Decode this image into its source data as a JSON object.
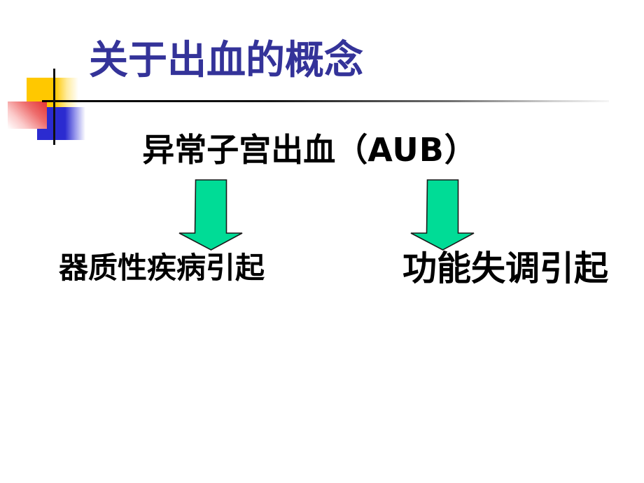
{
  "slide": {
    "title": "关于出血的概念",
    "background": "#ffffff"
  },
  "diagram": {
    "root": {
      "prefix": "异常子宫出血（",
      "acronym": "AUB",
      "suffix": "）"
    },
    "branches": [
      {
        "side": "left",
        "label": "器质性疾病引起"
      },
      {
        "side": "right",
        "label": "功能失调引起"
      }
    ]
  },
  "colors": {
    "title_text": "#343399",
    "body_text": "#000000",
    "arrow_fill": "#00DC96",
    "arrow_outline": "#1a1a1a",
    "decoration_yellow": "#FFC800",
    "decoration_blue": "#2B2BD0",
    "decoration_red": "#E43131",
    "divider_line_start": "#000000",
    "divider_line_end": "#f6f6f6"
  },
  "icons": {
    "down_arrow": "block-arrow-down-icon"
  }
}
